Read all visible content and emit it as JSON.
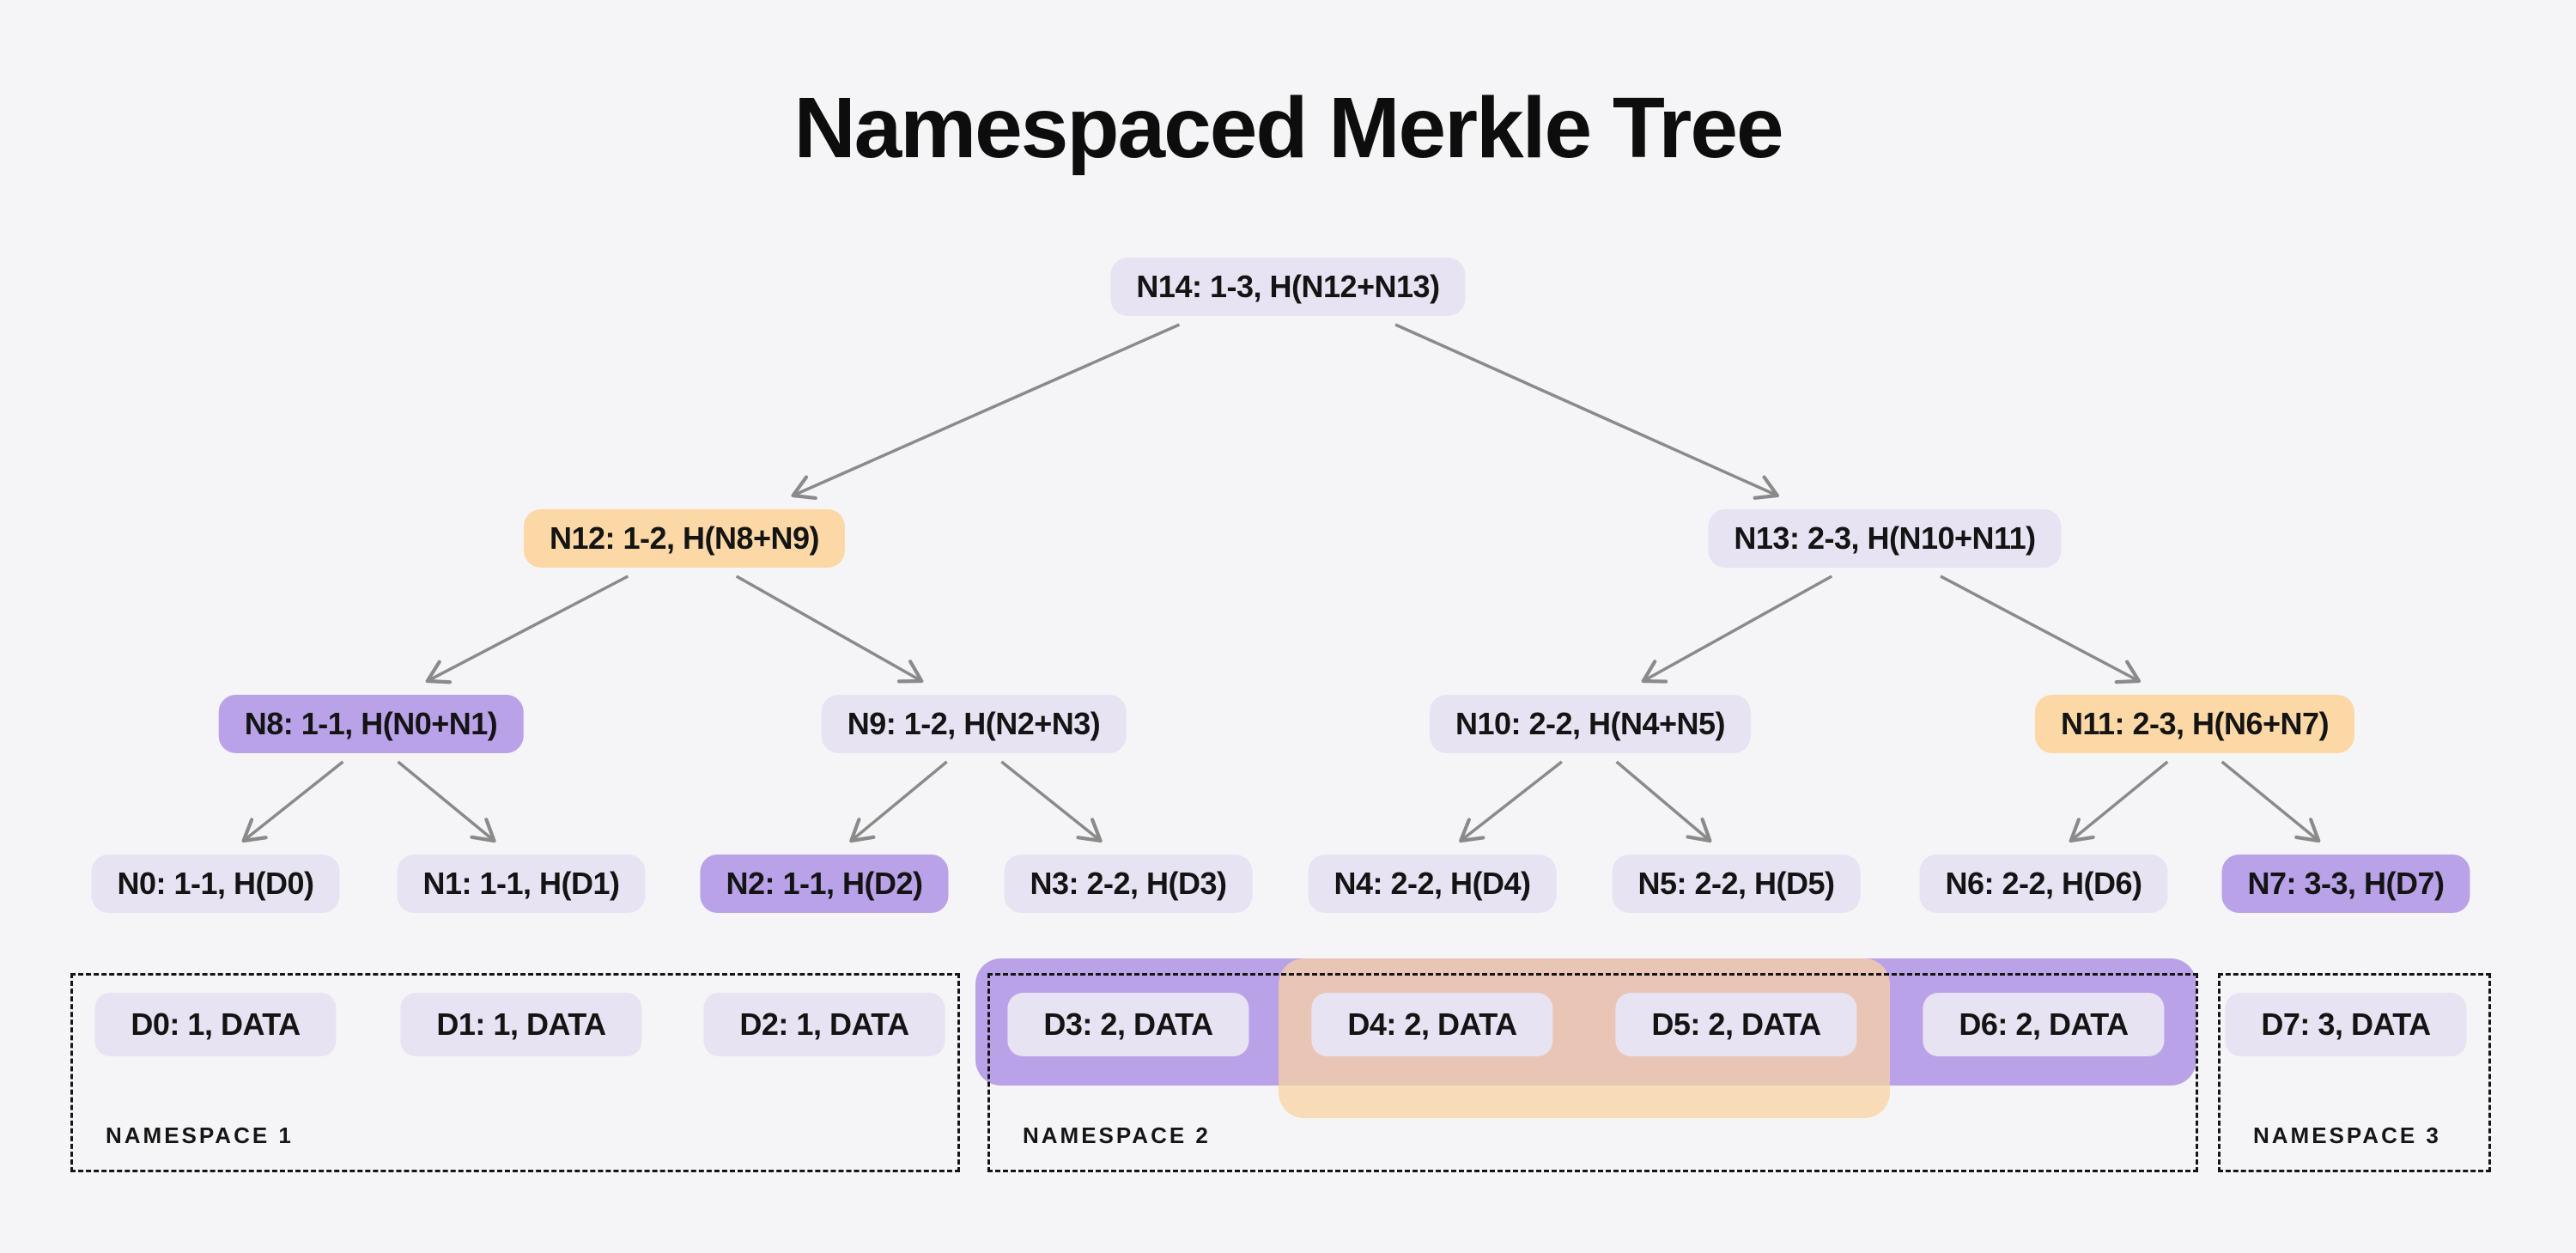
{
  "title": "Namespaced Merkle Tree",
  "colors": {
    "background": "#f5f4f6",
    "node_default": "#e7e3f2",
    "node_purple": "#b9a2e8",
    "node_orange": "#fcd8a6",
    "band_purple": "#b9a2e8",
    "band_orange": "rgba(250,211,160,0.72)",
    "arrow": "#8a8a8a",
    "text": "#141414",
    "dashed_border": "#151515"
  },
  "tree": {
    "nodes": [
      {
        "id": "N14",
        "label": "N14: 1-3, H(N12+N13)",
        "variant": "default"
      },
      {
        "id": "N12",
        "label": "N12: 1-2, H(N8+N9)",
        "variant": "orange"
      },
      {
        "id": "N13",
        "label": "N13: 2-3, H(N10+N11)",
        "variant": "default"
      },
      {
        "id": "N8",
        "label": "N8: 1-1, H(N0+N1)",
        "variant": "purple"
      },
      {
        "id": "N9",
        "label": "N9: 1-2, H(N2+N3)",
        "variant": "default"
      },
      {
        "id": "N10",
        "label": "N10: 2-2, H(N4+N5)",
        "variant": "default"
      },
      {
        "id": "N11",
        "label": "N11: 2-3, H(N6+N7)",
        "variant": "orange"
      },
      {
        "id": "N0",
        "label": "N0: 1-1, H(D0)",
        "variant": "default"
      },
      {
        "id": "N1",
        "label": "N1: 1-1, H(D1)",
        "variant": "default"
      },
      {
        "id": "N2",
        "label": "N2: 1-1, H(D2)",
        "variant": "purple"
      },
      {
        "id": "N3",
        "label": "N3: 2-2, H(D3)",
        "variant": "default"
      },
      {
        "id": "N4",
        "label": "N4: 2-2, H(D4)",
        "variant": "default"
      },
      {
        "id": "N5",
        "label": "N5: 2-2, H(D5)",
        "variant": "default"
      },
      {
        "id": "N6",
        "label": "N6: 2-2, H(D6)",
        "variant": "default"
      },
      {
        "id": "N7",
        "label": "N7: 3-3, H(D7)",
        "variant": "purple"
      }
    ],
    "edges": [
      [
        "N14",
        "N12"
      ],
      [
        "N14",
        "N13"
      ],
      [
        "N12",
        "N8"
      ],
      [
        "N12",
        "N9"
      ],
      [
        "N13",
        "N10"
      ],
      [
        "N13",
        "N11"
      ],
      [
        "N8",
        "N0"
      ],
      [
        "N8",
        "N1"
      ],
      [
        "N9",
        "N2"
      ],
      [
        "N9",
        "N3"
      ],
      [
        "N10",
        "N4"
      ],
      [
        "N10",
        "N5"
      ],
      [
        "N11",
        "N6"
      ],
      [
        "N11",
        "N7"
      ]
    ]
  },
  "data_row": [
    {
      "id": "D0",
      "label": "D0: 1, DATA"
    },
    {
      "id": "D1",
      "label": "D1: 1, DATA"
    },
    {
      "id": "D2",
      "label": "D2: 1, DATA"
    },
    {
      "id": "D3",
      "label": "D3: 2, DATA"
    },
    {
      "id": "D4",
      "label": "D4: 2, DATA"
    },
    {
      "id": "D5",
      "label": "D5: 2, DATA"
    },
    {
      "id": "D6",
      "label": "D6: 2, DATA"
    },
    {
      "id": "D7",
      "label": "D7: 3, DATA"
    }
  ],
  "namespaces": [
    {
      "label": "NAMESPACE 1",
      "items": [
        "D0",
        "D1",
        "D2"
      ]
    },
    {
      "label": "NAMESPACE 2",
      "items": [
        "D3",
        "D4",
        "D5",
        "D6"
      ]
    },
    {
      "label": "NAMESPACE 3",
      "items": [
        "D7"
      ]
    }
  ],
  "highlight_bands": [
    {
      "name": "purple-band",
      "color_key": "band_purple",
      "from": "D3",
      "to": "D6",
      "extends_below": false
    },
    {
      "name": "orange-band",
      "color_key": "band_orange",
      "from": "D4",
      "to": "D5",
      "extends_below": true
    }
  ]
}
